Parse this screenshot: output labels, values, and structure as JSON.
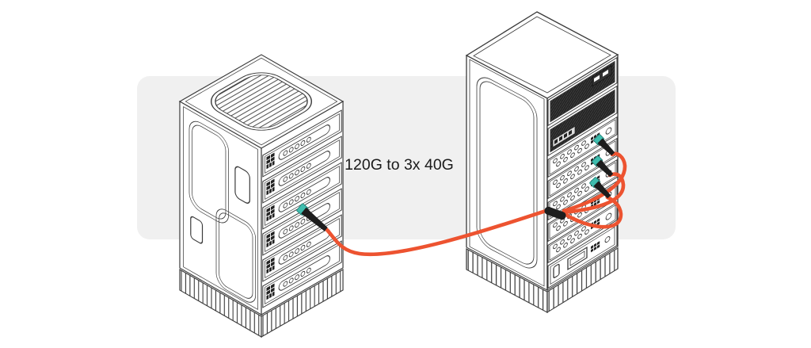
{
  "label": {
    "text": "120G to 3x 40G"
  },
  "colors": {
    "band": "#f0f0f0",
    "line": "#3a3a3a",
    "cable": "#ed5330",
    "connector": "#3fbdae",
    "boot": "#1d1d1d",
    "text": "#1a1a1a"
  },
  "diagram": {
    "type": "network-cabling-illustration",
    "left_rack": {
      "server_units": 6,
      "connected_port": "120G MPO trunk"
    },
    "right_rack": {
      "dark_servers": 2,
      "switch_units": 5,
      "connected_ports": "3x 40G MPO breakout"
    },
    "cables": {
      "trunk": 1,
      "breakouts": 3,
      "junction": "breakout splitter"
    }
  }
}
